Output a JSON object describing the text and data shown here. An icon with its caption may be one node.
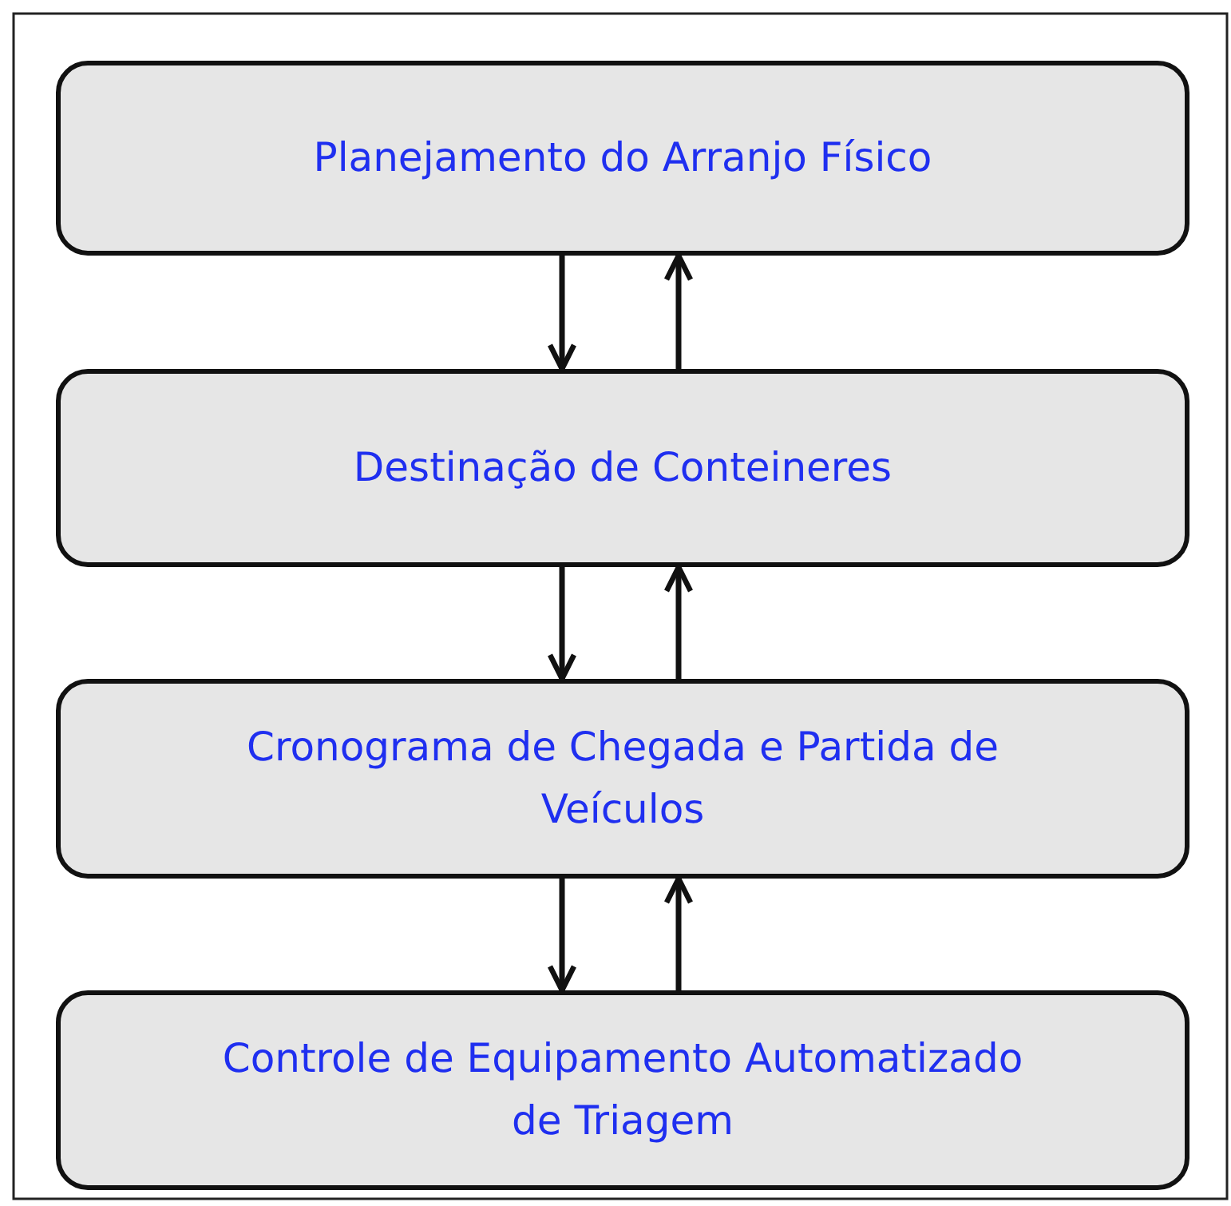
{
  "diagram": {
    "nodes": [
      {
        "text": [
          "Planejamento do Arranjo Físico"
        ]
      },
      {
        "text": [
          "Destinação de Conteineres"
        ]
      },
      {
        "text": [
          "Cronograma de Chegada e Partida de Veículos"
        ]
      },
      {
        "text": [
          "Controle de Equipamento Automatizado de Triagem"
        ]
      }
    ],
    "edges": [
      {
        "from": 0,
        "to": 1,
        "arrow": "to"
      },
      {
        "from": 1,
        "to": 0,
        "arrow": "to"
      },
      {
        "from": 1,
        "to": 2,
        "arrow": "to"
      },
      {
        "from": 2,
        "to": 1,
        "arrow": "to"
      },
      {
        "from": 2,
        "to": 3,
        "arrow": "to"
      },
      {
        "from": 3,
        "to": 2,
        "arrow": "to"
      }
    ]
  }
}
